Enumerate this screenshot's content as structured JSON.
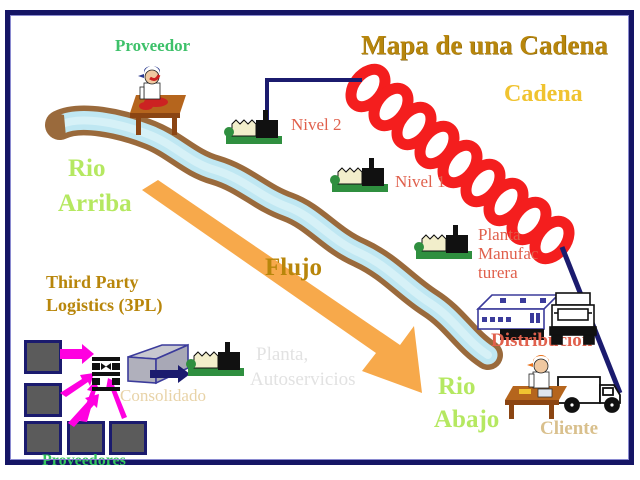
{
  "slide": {
    "title": "Mapa de una Cadena",
    "chain_label": "Cadena",
    "border_color": "#151565",
    "background": "#ffffff"
  },
  "labels": {
    "proveedor": "Proveedor",
    "nivel2": "Nivel 2",
    "nivel1": "Nivel 1",
    "planta_manufacturera": [
      "Planta",
      "Manufac",
      "turera"
    ],
    "distribucion": "Distribución",
    "cliente": "Cliente",
    "rio_arriba": [
      "Rio",
      "Arriba"
    ],
    "rio_abajo": [
      "Rio",
      "Abajo"
    ],
    "flujo": "Flujo",
    "third_party_logistics": [
      "Third Party",
      "Logistics (3PL)"
    ],
    "consolidado": "Consolidado",
    "proveedores": "Proveedores",
    "planta_autoservicios": [
      "Planta,",
      "Autoservicios"
    ]
  },
  "colors": {
    "title_gold": "#b8860b",
    "cadena_gold": "#f0c330",
    "river_water": "#bfe7f2",
    "river_bank": "#9a6a3c",
    "flow_arrow": "#f5a council",
    "flow_arrow_orange": "#f5a council",
    "arrow_orange": "#f7a94b",
    "chain_red": "#f41e1e",
    "navy": "#1b1b6e",
    "magenta": "#ff00e0",
    "green_label": "#3ec16a",
    "chartreuse": "#b5e861",
    "salmon": "#e0604c",
    "gray_box": "#5b5b5b"
  },
  "icons": {
    "proveedor": "person-at-desk-icon",
    "nivel2_factory": "factory-icon",
    "nivel1_factory": "factory-icon",
    "planta_factory": "factory-icon",
    "consolidado_factory": "factory-icon",
    "distribution_center": "warehouse-icon",
    "semi_truck": "semi-truck-front-icon",
    "delivery_truck": "delivery-truck-side-icon",
    "cliente": "person-at-desk-icon",
    "pallet": "pallet-box-icon",
    "crossdock": "crossdock-icon",
    "chain": "chain-links-icon",
    "flow_arrow": "flow-arrow-icon",
    "river": "river-icon"
  }
}
